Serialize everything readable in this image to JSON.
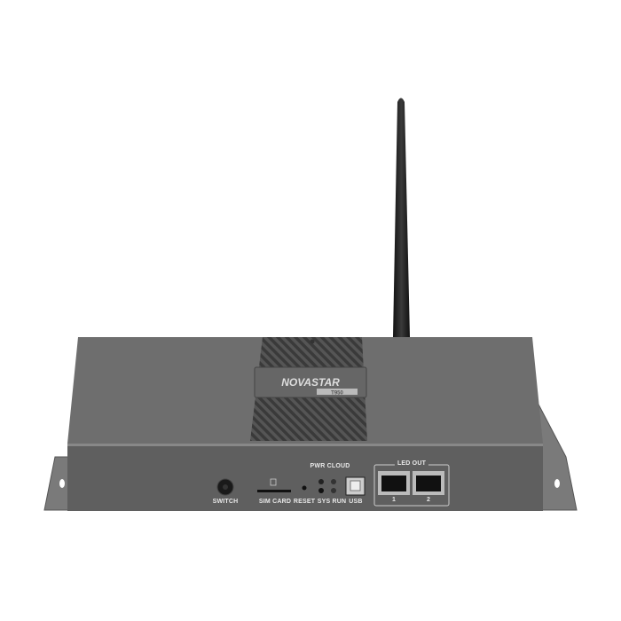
{
  "product": {
    "brand": "NOVASTAR",
    "model": "T950"
  },
  "front_panel": {
    "switch_label": "SWITCH",
    "sim_label": "SIM CARD",
    "reset_label": "RESET",
    "pwr_cloud_label": "PWR CLOUD",
    "sys_run_label": "SYS RUN",
    "usb_label": "USB",
    "led_out_label": "LED OUT",
    "port_1_label": "1",
    "port_2_label": "2"
  },
  "colors": {
    "body": "#6b6b6b",
    "front": "#5e5e5e",
    "antenna": "#1e1e1e"
  }
}
